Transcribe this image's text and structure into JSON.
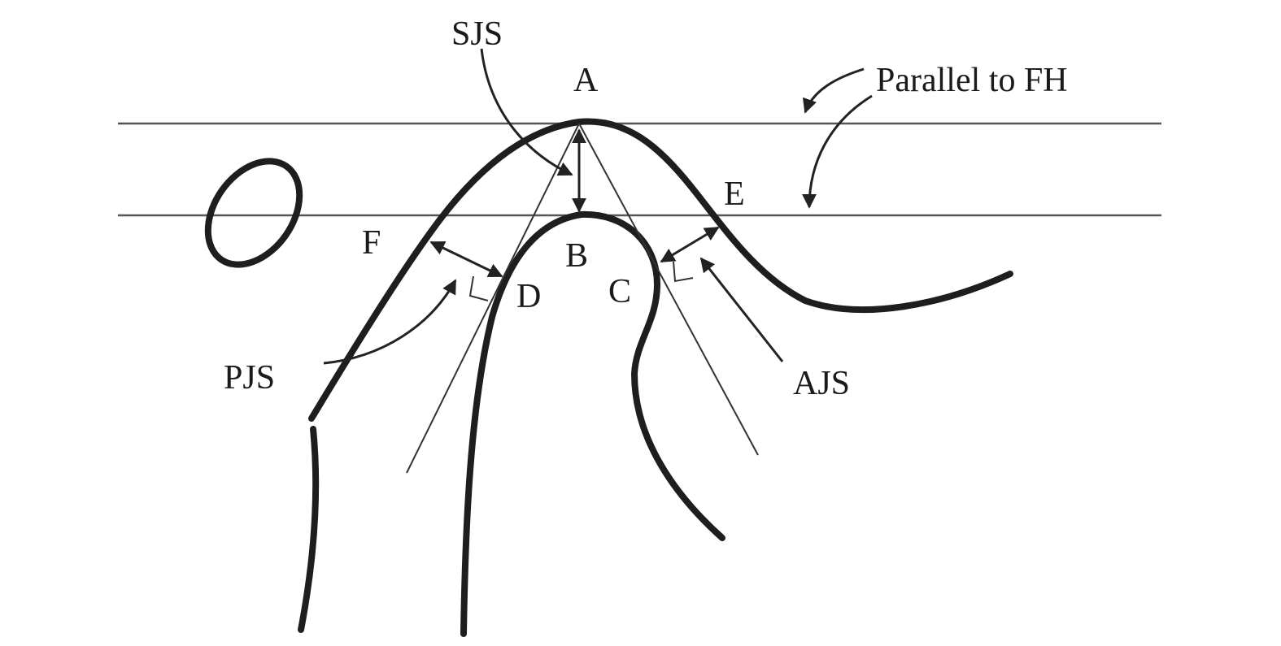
{
  "labels": {
    "sjs": "SJS",
    "a": "A",
    "parallel": "Parallel to FH",
    "e": "E",
    "f": "F",
    "b": "B",
    "d": "D",
    "c": "C",
    "pjs": "PJS",
    "ajs": "AJS"
  }
}
